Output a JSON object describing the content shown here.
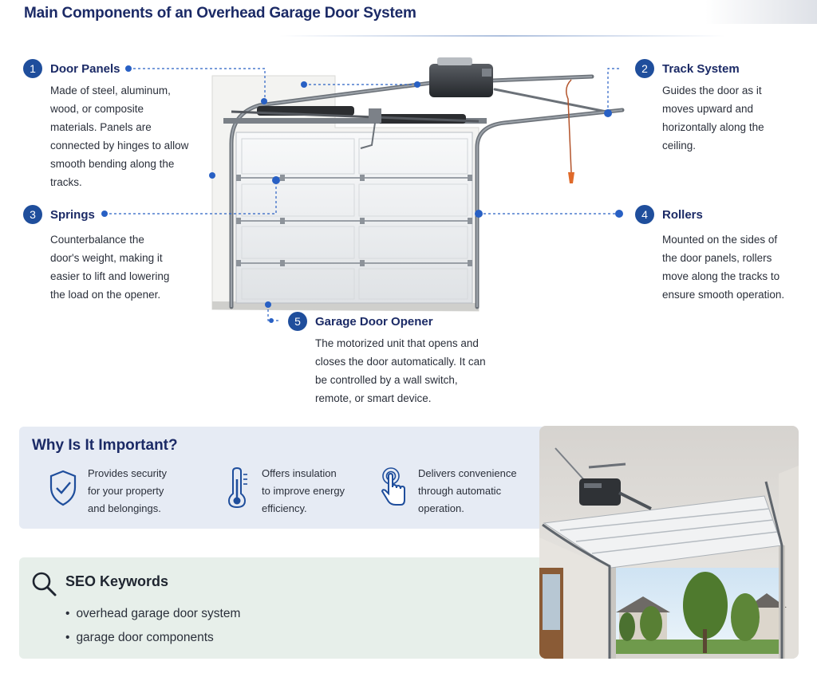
{
  "title": "Main Components of an Overhead Garage Door System",
  "components": [
    {
      "number": "1",
      "name": "Door Panels",
      "description": "Made of steel, aluminum, wood, or composite materials. Panels are connected by hinges to allow smooth bending along the tracks."
    },
    {
      "number": "2",
      "name": "Track System",
      "description": "Guides the door as it moves upward and horizontally along the ceiling."
    },
    {
      "number": "3",
      "name": "Springs",
      "description": "Counterbalance the door's weight, making it easier to lift and lowering the load on the opener."
    },
    {
      "number": "4",
      "name": "Rollers",
      "description": "Mounted on the sides of the door panels, rollers move along the tracks to ensure smooth operation."
    },
    {
      "number": "5",
      "name": "Garage Door Opener",
      "description": "The motorized unit that opens and closes the door automatically. It can be controlled by a wall switch, remote, or smart device."
    }
  ],
  "why": {
    "title": "Why Is It Important?",
    "items": [
      {
        "icon": "shield-check-icon",
        "text": "Provides security\nfor your property\nand belongings."
      },
      {
        "icon": "thermometer-icon",
        "text": "Offers insulation\nto improve energy\nefficiency."
      },
      {
        "icon": "touch-hand-icon",
        "text": "Delivers convenience\nthrough automatic\noperation."
      }
    ]
  },
  "seo": {
    "title": "SEO Keywords",
    "keywords": [
      "overhead garage door system",
      "garage door components"
    ]
  },
  "colors": {
    "accent": "#1f4e9c",
    "heading": "#1b2a66",
    "why_bg": "#e6ebf4",
    "seo_bg": "#e7efea"
  }
}
